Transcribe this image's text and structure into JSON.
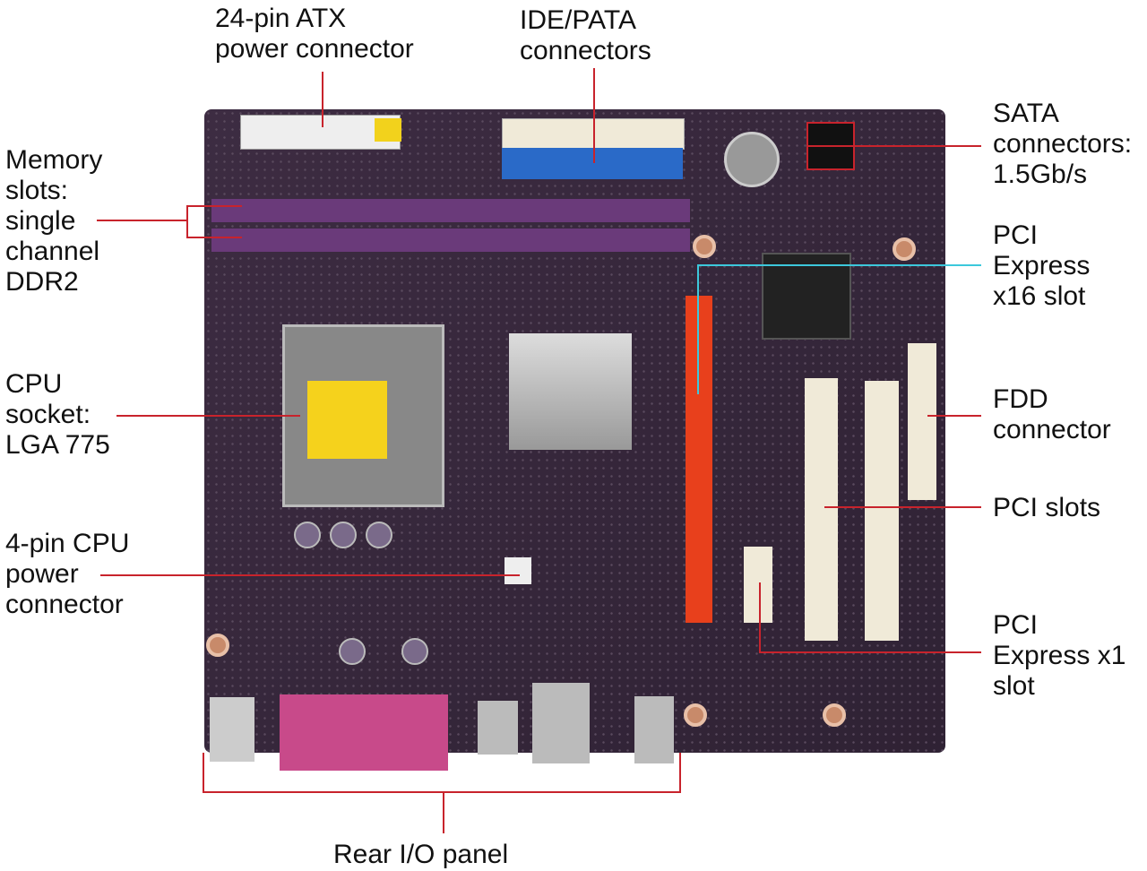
{
  "labels": {
    "atx": "24-pin ATX\npower connector",
    "ide": "IDE/PATA\nconnectors",
    "sata": "SATA\nconnectors:\n1.5Gb/s",
    "memory": "Memory\nslots:\nsingle\nchannel\nDDR2",
    "pcie16": "PCI\nExpress\nx16 slot",
    "cpu": "CPU\nsocket:\nLGA 775",
    "fdd": "FDD\nconnector",
    "pci": "PCI slots",
    "cpu_power": "4-pin CPU\npower\nconnector",
    "pcie1": "PCI\nExpress x1\nslot",
    "rear_io": "Rear I/O panel"
  },
  "colors": {
    "leader_line": "#c8232c",
    "pcie16_leader": "#3cc8dc",
    "board": "#3a2a3e",
    "pcie16_slot": "#e8401c",
    "memory_slot": "#6a3a7a",
    "ide_primary": "#2a6ac8"
  }
}
